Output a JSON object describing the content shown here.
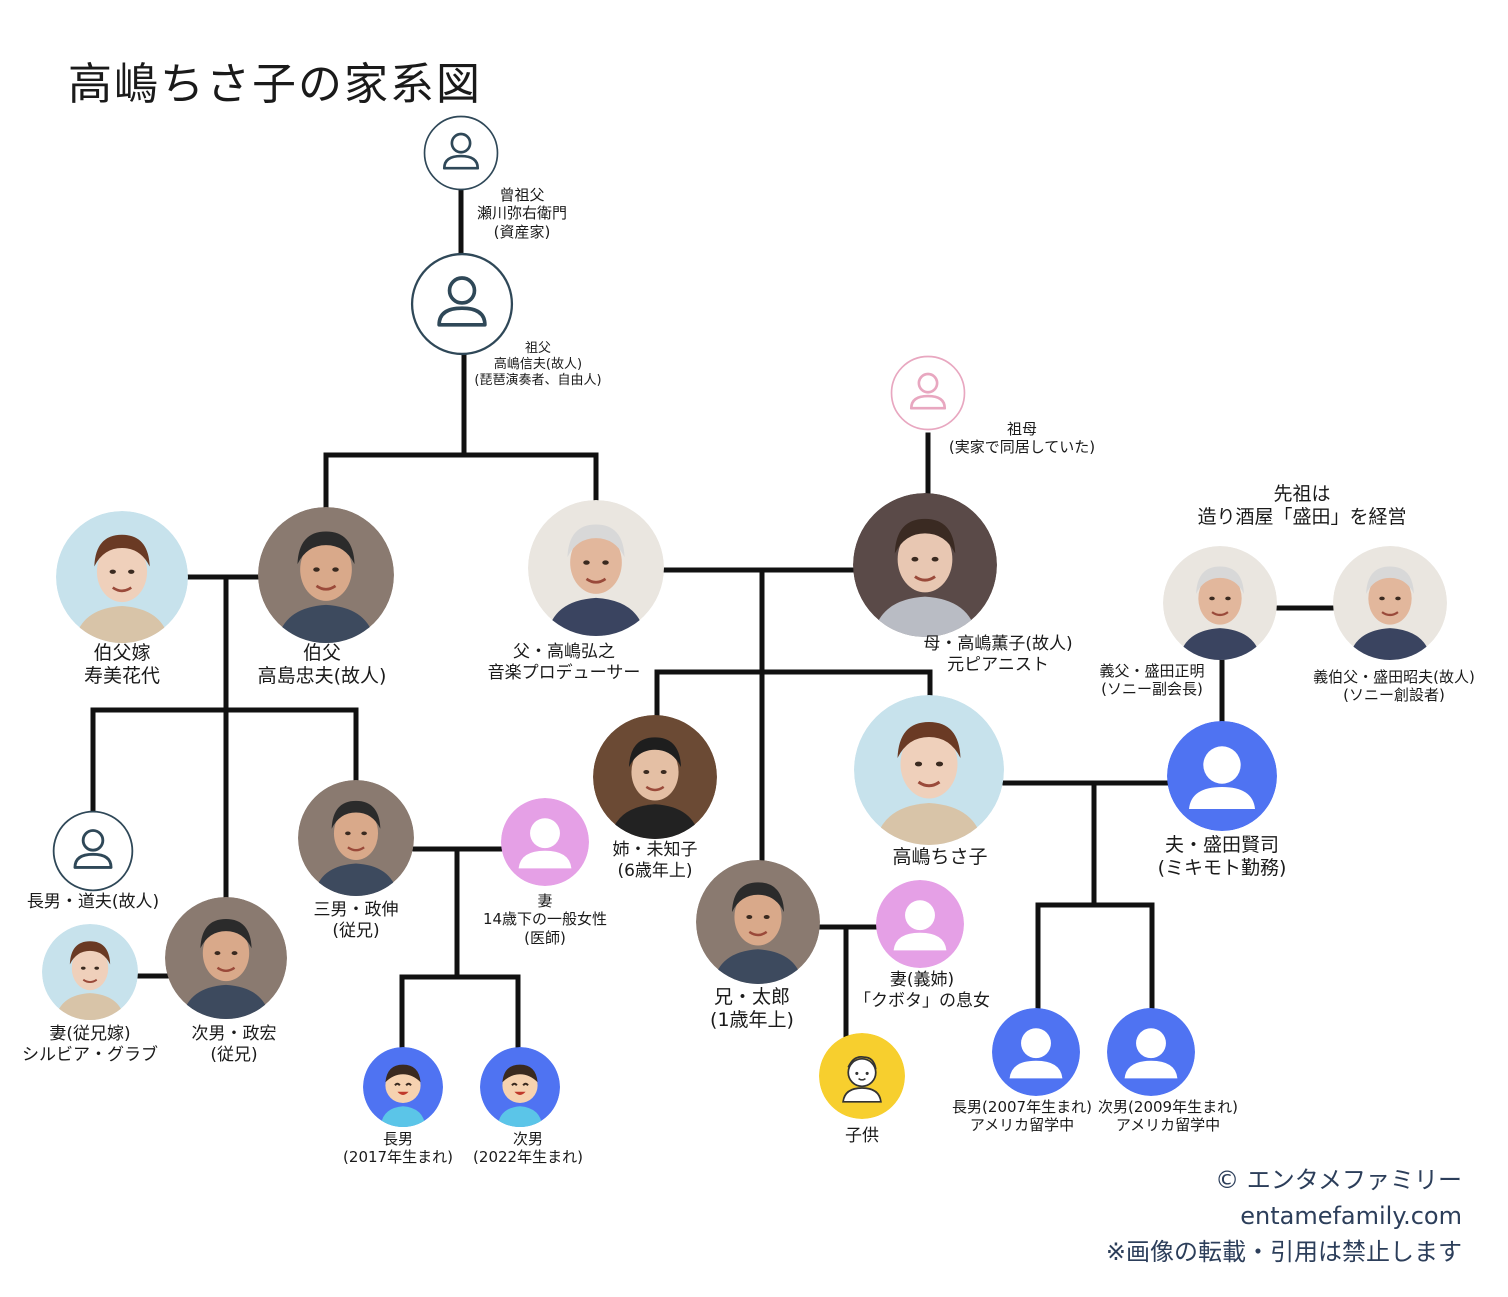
{
  "title": "高嶋ちさ子の家系図",
  "colors": {
    "line": "#111111",
    "outline_dark": "#2f4858",
    "outline_pink": "#e8a7c0",
    "husband_blue": "#4f73f2",
    "wife_pink": "#e5a0e6",
    "child_yellow": "#f7cf2e",
    "credit_text": "#2c3e5a"
  },
  "people": {
    "great_grandfather": {
      "icon": "person-outline-icon",
      "lines": [
        "曾祖父",
        "瀬川弥右衛門",
        "(資産家)"
      ]
    },
    "grandfather": {
      "icon": "person-outline-icon",
      "lines": [
        "祖父",
        "高嶋信夫(故人)",
        "(琵琶演奏者、自由人)"
      ]
    },
    "grandmother": {
      "icon": "person-outline-pink-icon",
      "lines": [
        "祖母",
        "(実家で同居していた)"
      ]
    },
    "aunt_in_law": {
      "icon": "portrait-photo",
      "lines": [
        "伯父嫁",
        "寿美花代"
      ]
    },
    "uncle": {
      "icon": "portrait-photo",
      "lines": [
        "伯父",
        "高島忠夫(故人)"
      ]
    },
    "father": {
      "icon": "portrait-photo",
      "lines": [
        "父・高嶋弘之",
        "音楽プロデューサー"
      ]
    },
    "mother": {
      "icon": "portrait-photo",
      "lines": [
        "母・高嶋薫子(故人)",
        "元ピアニスト"
      ]
    },
    "ancestor_note": {
      "lines": [
        "先祖は",
        "造り酒屋「盛田」を経営"
      ]
    },
    "father_in_law": {
      "icon": "portrait-photo",
      "lines": [
        "義父・盛田正明",
        "(ソニー副会長)"
      ]
    },
    "great_uncle_in_law": {
      "icon": "portrait-photo",
      "lines": [
        "義伯父・盛田昭夫(故人)",
        "(ソニー創設者)"
      ]
    },
    "cousin_eldest": {
      "icon": "person-outline-icon",
      "lines": [
        "長男・道夫(故人)"
      ]
    },
    "cousin_wife_silvia": {
      "icon": "portrait-photo",
      "lines": [
        "妻(従兄嫁)",
        "シルビア・グラブ"
      ]
    },
    "cousin_masahiro": {
      "icon": "portrait-photo",
      "lines": [
        "次男・政宏",
        "(従兄)"
      ]
    },
    "cousin_masanobu": {
      "icon": "portrait-photo",
      "lines": [
        "三男・政伸",
        "(従兄)"
      ]
    },
    "masanobu_wife": {
      "icon": "person-silhouette-icon",
      "lines": [
        "妻",
        "14歳下の一般女性",
        "(医師)"
      ]
    },
    "masanobu_son1": {
      "icon": "boy-icon",
      "lines": [
        "長男",
        "(2017年生まれ)"
      ]
    },
    "masanobu_son2": {
      "icon": "boy-icon",
      "lines": [
        "次男",
        "(2022年生まれ)"
      ]
    },
    "sister": {
      "icon": "portrait-photo",
      "lines": [
        "姉・未知子",
        "(6歳年上)"
      ]
    },
    "brother": {
      "icon": "portrait-photo",
      "lines": [
        "兄・太郎",
        "(1歳年上)"
      ]
    },
    "brother_wife": {
      "icon": "person-silhouette-icon",
      "lines": [
        "妻(義姉)",
        "「クボタ」の息女"
      ]
    },
    "brother_child": {
      "icon": "child-icon",
      "lines": [
        "子供"
      ]
    },
    "chisako": {
      "icon": "portrait-photo",
      "lines": [
        "高嶋ちさ子"
      ]
    },
    "husband": {
      "icon": "person-silhouette-icon",
      "lines": [
        "夫・盛田賢司",
        "(ミキモト勤務)"
      ]
    },
    "son1": {
      "icon": "person-silhouette-icon",
      "lines": [
        "長男(2007年生まれ)",
        "アメリカ留学中"
      ]
    },
    "son2": {
      "icon": "person-silhouette-icon",
      "lines": [
        "次男(2009年生まれ)",
        "アメリカ留学中"
      ]
    }
  },
  "credit": [
    "© エンタメファミリー",
    "entamefamily.com",
    "※画像の転載・引用は禁止します"
  ]
}
